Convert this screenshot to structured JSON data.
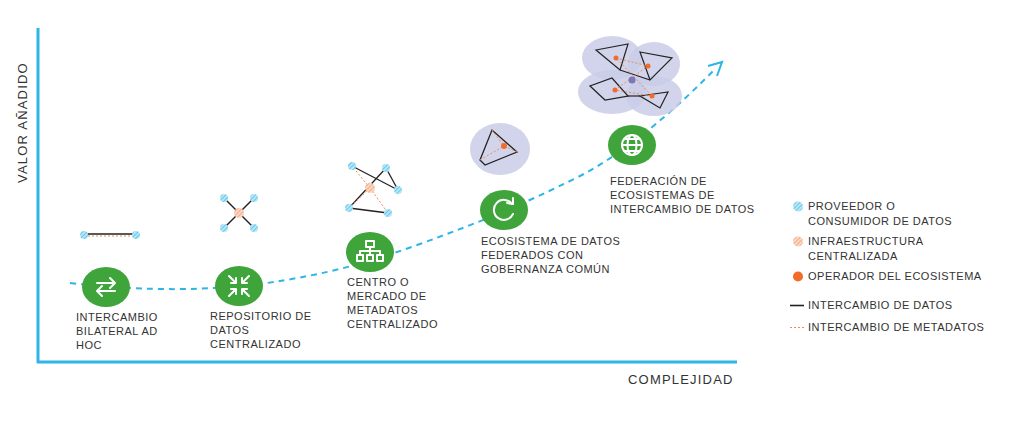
{
  "diagram": {
    "nodes": [
      {
        "text": [
          "INTERCAMBIO BILATERAL AD HOC"
        ]
      },
      {
        "text": [
          "REPOSITORIO DE DATOS CENTRALIZADO"
        ]
      },
      {
        "text": [
          "CENTRO O MERCADO DE METADATOS CENTRALIZADO"
        ]
      },
      {
        "text": [
          "ECOSISTEMA DE DATOS FEDERADOS CON GOBERNANZA COMÚN"
        ]
      },
      {
        "text": [
          "FEDERACIÓN DE ECOSISTEMAS DE INTERCAMBIO DE DATOS"
        ]
      }
    ],
    "labels": [
      "VALOR AÑADIDO",
      "COMPLEJIDAD"
    ],
    "legend": [
      {
        "text": "PROVEEDOR O CONSUMIDOR DE DATOS"
      },
      {
        "text": "INFRAESTRUCTURA CENTRALIZADA"
      },
      {
        "text": "OPERADOR DEL ECOSISTEMA",
        "color": "#f26b2a"
      },
      {
        "text": "INTERCAMBIO DE DATOS"
      },
      {
        "text": "INTERCAMBIO DE METADATOS"
      }
    ]
  }
}
